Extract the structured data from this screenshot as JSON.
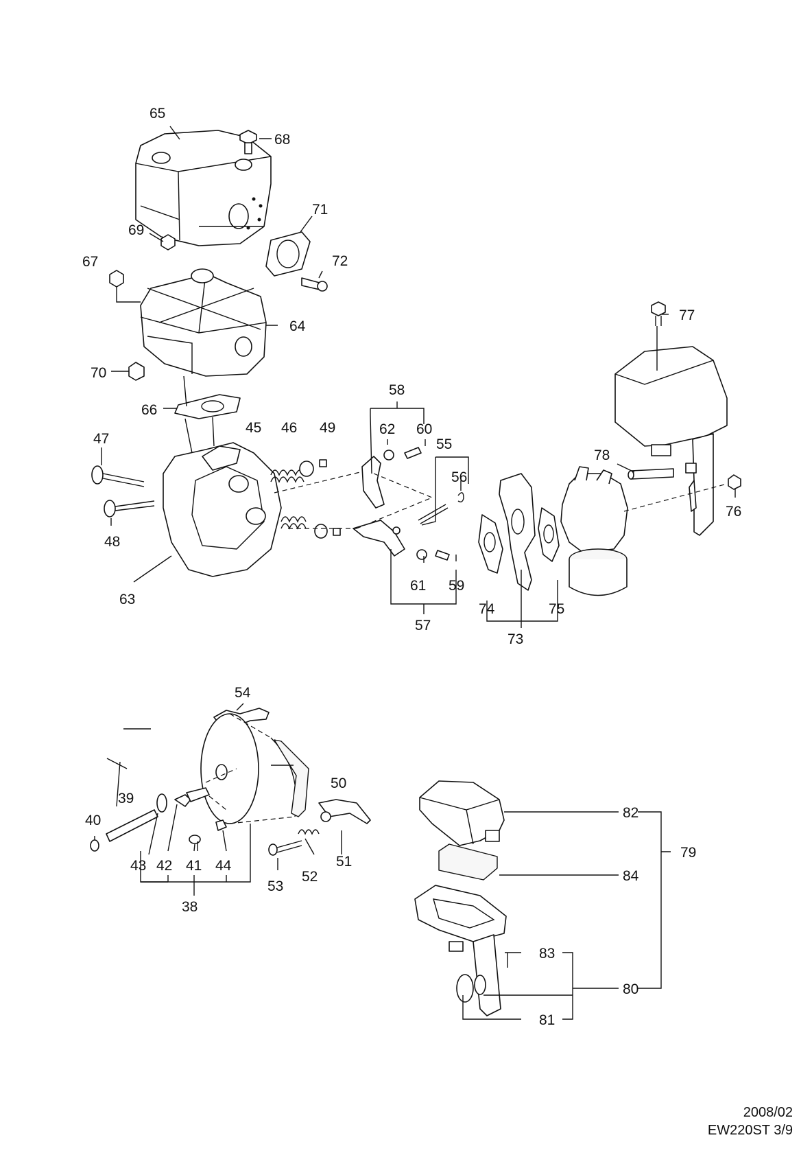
{
  "labels": [
    "38",
    "39",
    "40",
    "41",
    "42",
    "43",
    "44",
    "45",
    "46",
    "47",
    "48",
    "49",
    "50",
    "51",
    "52",
    "53",
    "54",
    "55",
    "56",
    "57",
    "58",
    "59",
    "60",
    "61",
    "62",
    "63",
    "64",
    "65",
    "66",
    "67",
    "68",
    "69",
    "70",
    "71",
    "72",
    "73",
    "74",
    "75",
    "76",
    "77",
    "78",
    "79",
    "80",
    "81",
    "82",
    "83",
    "84"
  ],
  "footer": {
    "date": "2008/02",
    "model_page": "EW220ST 3/9"
  }
}
